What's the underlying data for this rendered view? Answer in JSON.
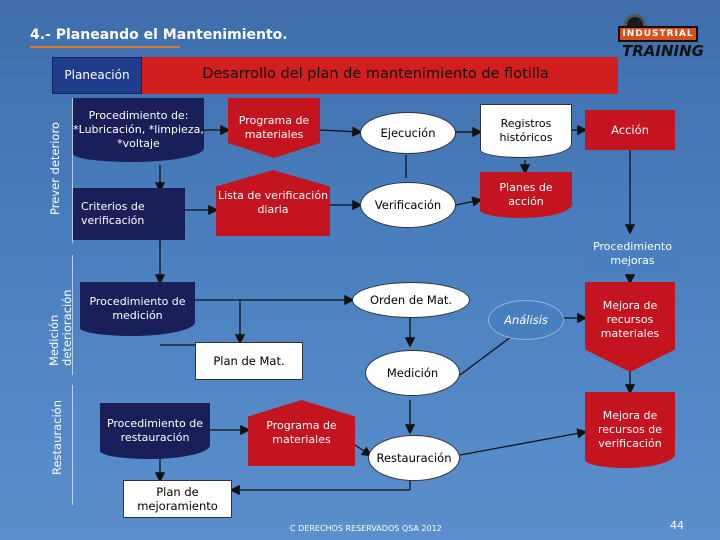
{
  "slide": {
    "title": "4.- Planeando el Mantenimiento.",
    "page_number": "44",
    "footer": "C  DERECHOS RESERVADOS QSA 2012"
  },
  "logo": {
    "line1": "INDUSTRIAL",
    "line2": "TRAINING"
  },
  "header": {
    "left_label": "Planeación",
    "main_title": "Desarrollo del plan de mantenimiento de flotilla"
  },
  "rows": {
    "prever": "Prever deterioro",
    "medicion": "Medición deterioración",
    "restauracion": "Restauración"
  },
  "boxes": {
    "procedimiento_lubricacion": "Procedimiento de: *Lubricación, *limpieza, *voltaje",
    "criterios_verificacion": "Criterios de verificación",
    "programa_materiales_1": "Programa de materiales",
    "lista_verificacion": "Lista de verificación diaria",
    "ejecucion": "Ejecución",
    "verificacion": "Verificación",
    "registros_historicos": "Registros históricos",
    "planes_accion": "Planes de acción",
    "accion": "Acción",
    "procedimiento_mejoras": "Procedimiento mejoras",
    "procedimiento_medicion": "Procedimiento de medición",
    "orden_mat": "Orden de Mat.",
    "analisis": "Análisis",
    "mejora_recursos_materiales": "Mejora de recursos materiales",
    "plan_mat": "Plan de Mat.",
    "medicion": "Medición",
    "procedimiento_restauracion": "Procedimiento de restauración",
    "programa_materiales_2": "Programa de materiales",
    "restauracion": "Restauración",
    "mejora_recursos_verificacion": "Mejora de recursos de verificación",
    "plan_mejoramiento": "Plan de mejoramiento"
  },
  "colors": {
    "background": "#4a7fbf",
    "header": "#d21e1e",
    "navy": "#1a1f5a",
    "red": "#c4141f"
  }
}
